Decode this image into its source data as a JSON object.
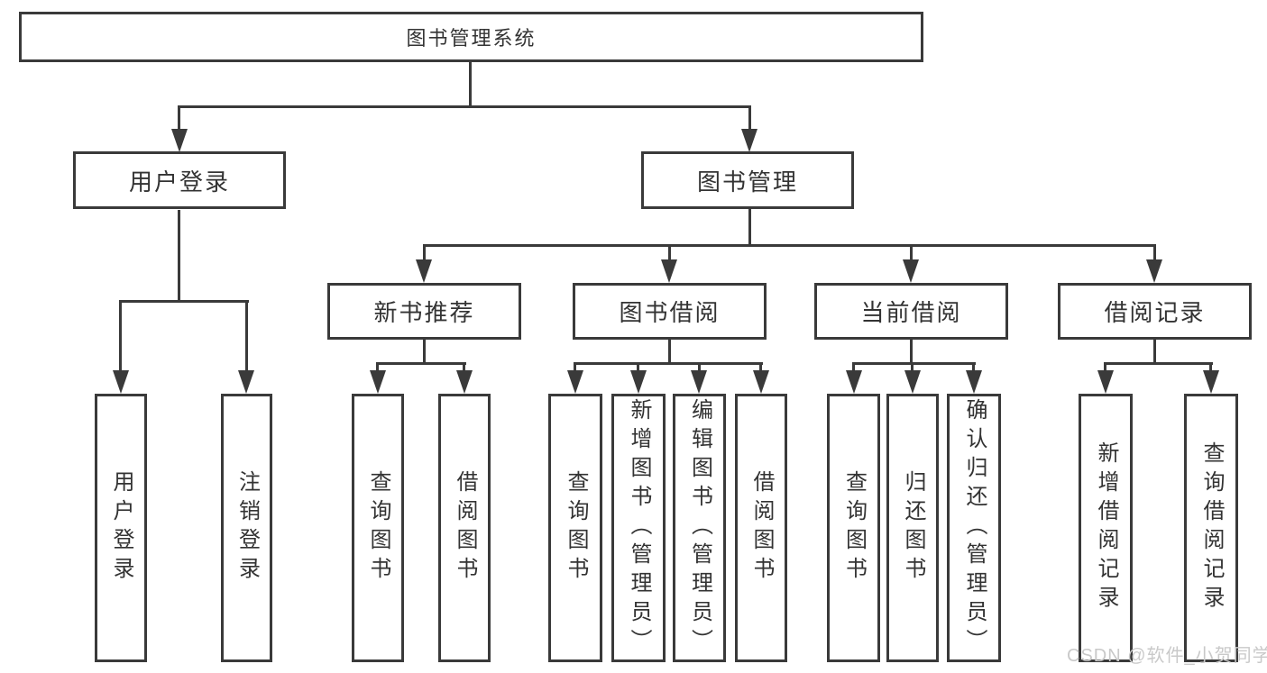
{
  "diagram": {
    "root": {
      "label": "图书管理系统"
    },
    "user_login": {
      "label": "用户登录",
      "children": {
        "login": {
          "label": "用户登录"
        },
        "logout": {
          "label": "注销登录"
        }
      }
    },
    "book_management": {
      "label": "图书管理",
      "children": {
        "new_books": {
          "label": "新书推荐",
          "children": {
            "query_books": {
              "label": "查询图书"
            },
            "borrow_books": {
              "label": "借阅图书"
            }
          }
        },
        "book_borrowing": {
          "label": "图书借阅",
          "children": {
            "query_books": {
              "label": "查询图书"
            },
            "add_books": {
              "label": "新增图书（管理员）"
            },
            "edit_books": {
              "label": "编辑图书（管理员）"
            },
            "borrow_books": {
              "label": "借阅图书"
            }
          }
        },
        "current_borrowing": {
          "label": "当前借阅",
          "children": {
            "query_books": {
              "label": "查询图书"
            },
            "return_books": {
              "label": "归还图书"
            },
            "confirm_return": {
              "label": "确认归还（管理员）"
            }
          }
        },
        "borrow_records": {
          "label": "借阅记录",
          "children": {
            "add_record": {
              "label": "新增借阅记录"
            },
            "query_record": {
              "label": "查询借阅记录"
            }
          }
        }
      }
    }
  },
  "watermark": {
    "text": "CSDN @软件_小贺同学"
  },
  "colors": {
    "line": "#3a3a3a",
    "text": "#333333",
    "watermark": "#c9c9c9",
    "background": "#ffffff"
  }
}
